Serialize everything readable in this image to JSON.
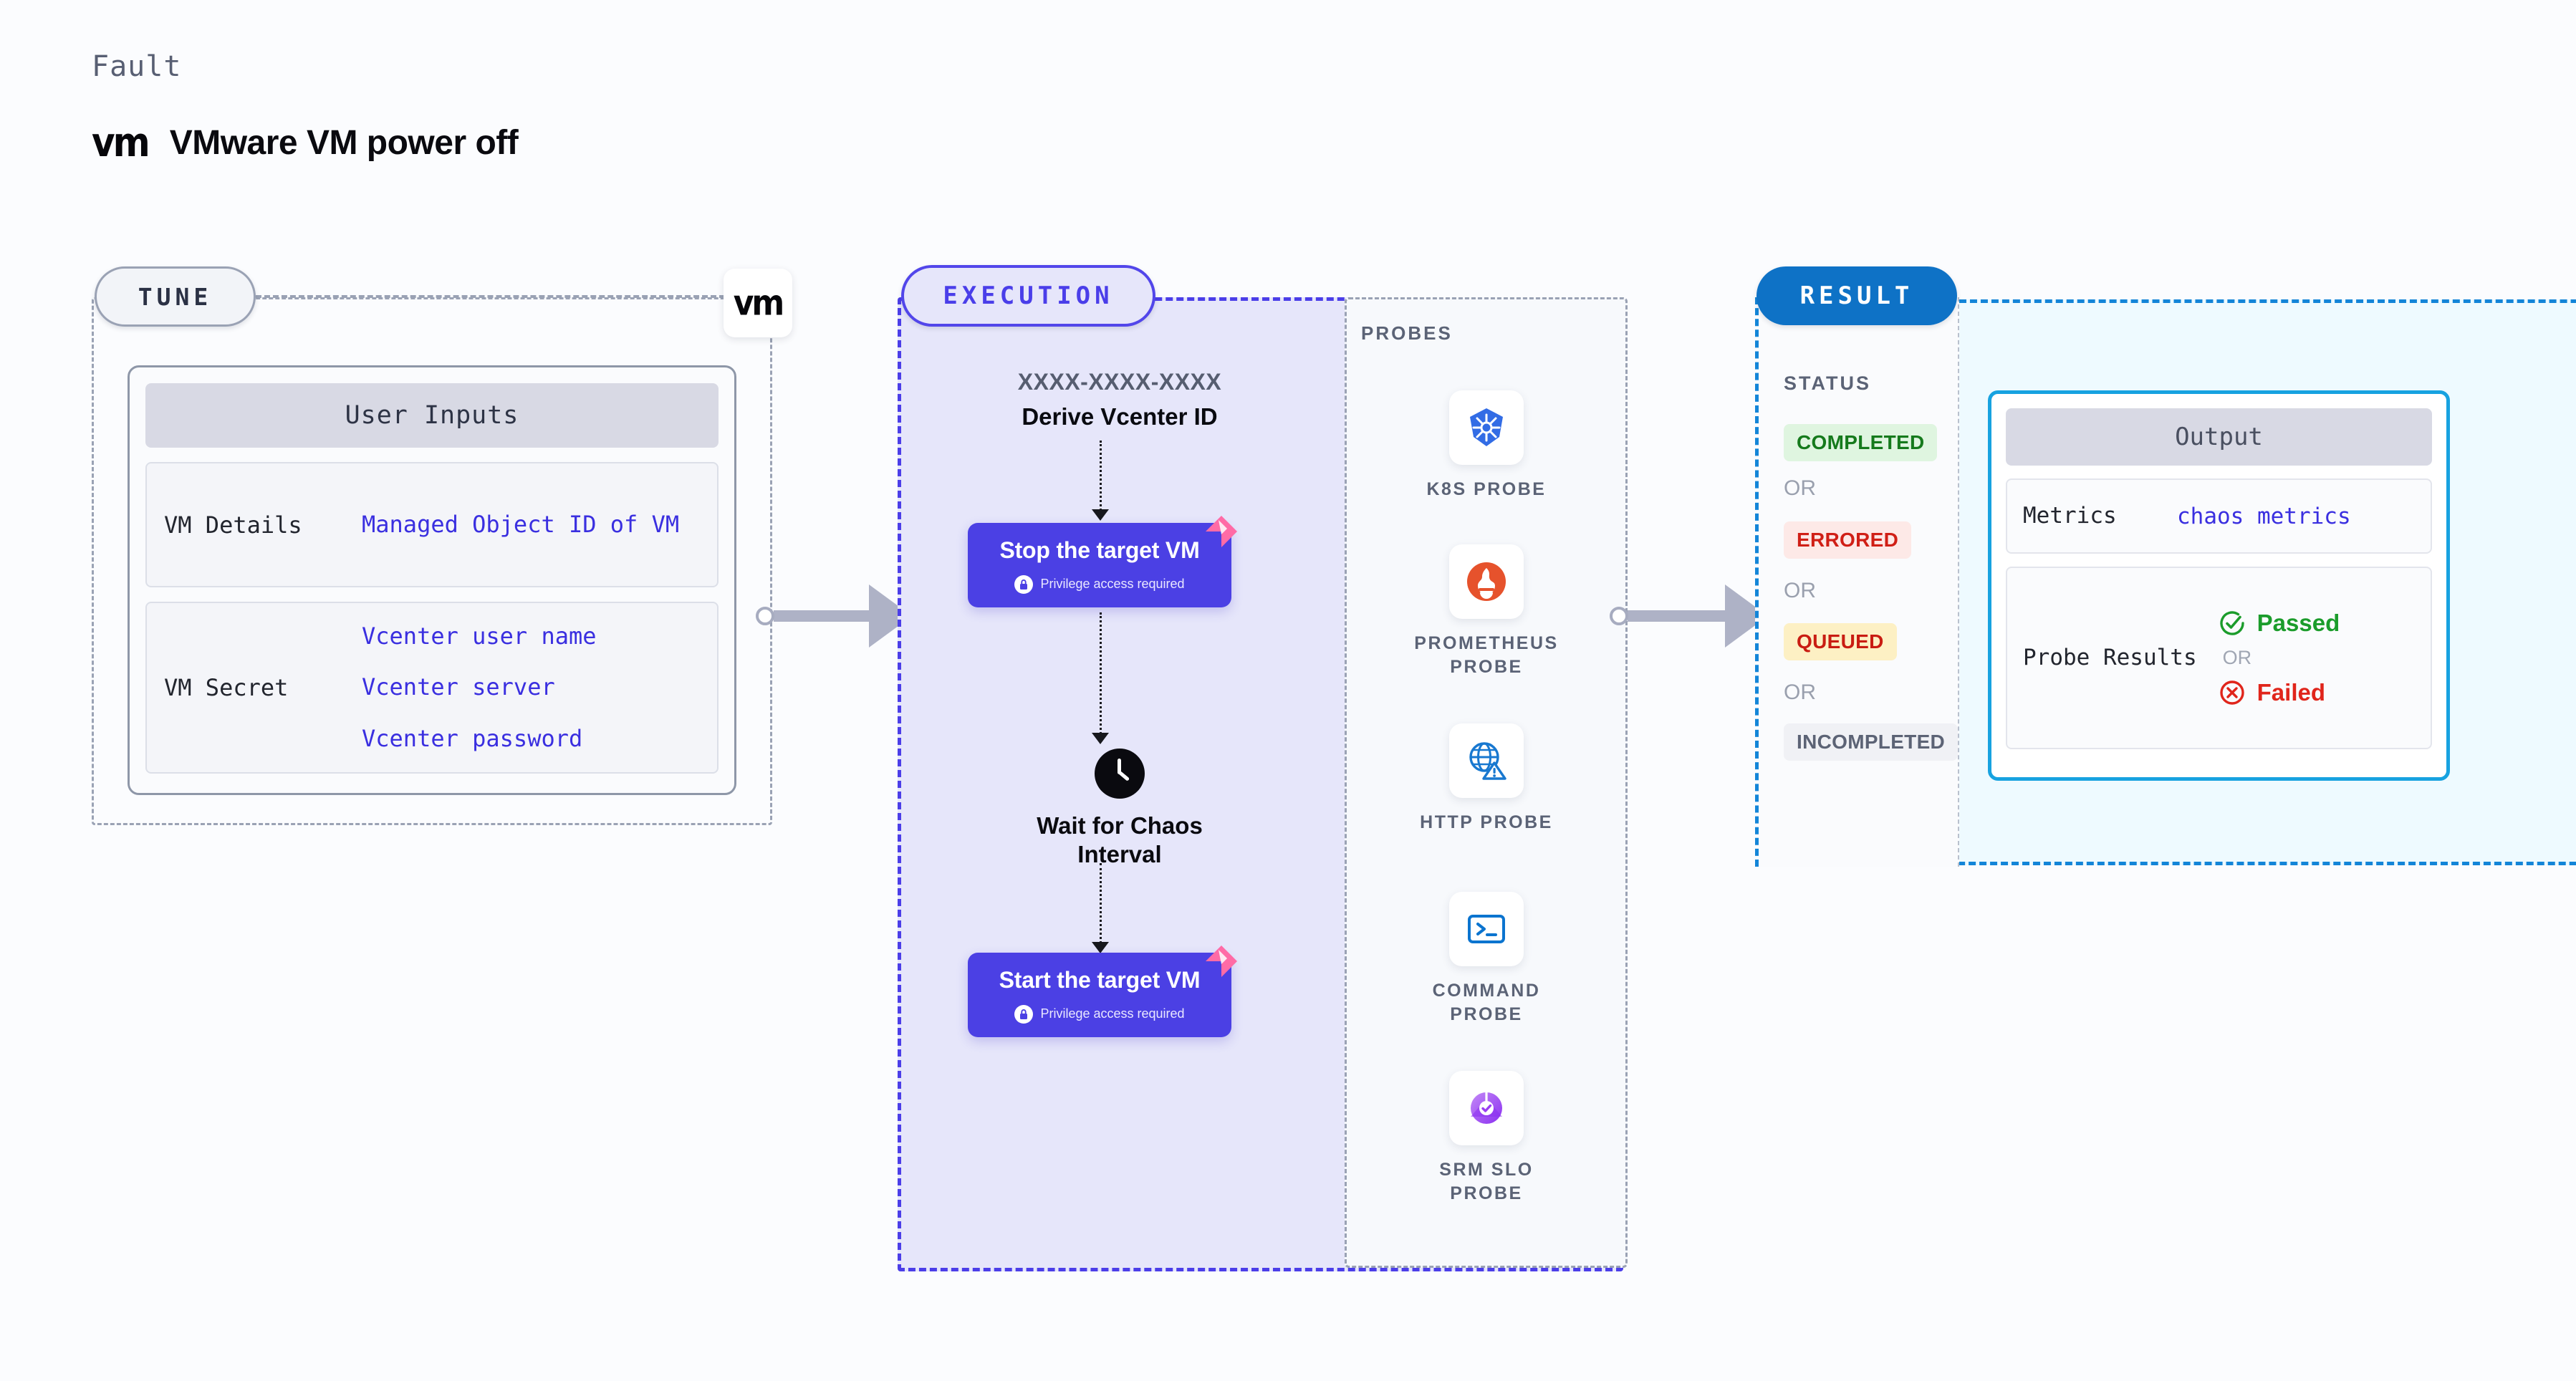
{
  "header": {
    "kicker": "Fault",
    "logo_mark": "vm",
    "title": "VMware VM power off"
  },
  "tune": {
    "pill_label": "TUNE",
    "chip_logo": "vm",
    "card_title": "User Inputs",
    "rows": [
      {
        "label": "VM Details",
        "values": [
          "Managed Object ID of VM"
        ]
      },
      {
        "label": "VM Secret",
        "values": [
          "Vcenter user name",
          "Vcenter server",
          "Vcenter password"
        ]
      }
    ]
  },
  "execution": {
    "pill_label": "EXECUTION",
    "step_id": "XXXX-XXXX-XXXX",
    "step_title": "Derive Vcenter ID",
    "nodes": [
      {
        "title": "Stop the target VM",
        "sub": "Privilege access required"
      },
      {
        "title": "Start the target VM",
        "sub": "Privilege access required"
      }
    ],
    "wait": {
      "label_line1": "Wait for Chaos",
      "label_line2": "Interval"
    }
  },
  "probes": {
    "heading": "PROBES",
    "items": [
      {
        "label": "K8S PROBE",
        "icon": "kubernetes-icon"
      },
      {
        "label": "PROMETHEUS PROBE",
        "icon": "prometheus-icon"
      },
      {
        "label": "HTTP PROBE",
        "icon": "globe-warning-icon"
      },
      {
        "label": "COMMAND PROBE",
        "icon": "terminal-icon"
      },
      {
        "label": "SRM SLO PROBE",
        "icon": "slo-gauge-icon"
      }
    ]
  },
  "result": {
    "pill_label": "RESULT",
    "status_heading": "STATUS",
    "or_label": "OR",
    "statuses": [
      {
        "label": "COMPLETED",
        "color": "#157a1c",
        "bg": "#dff5e0"
      },
      {
        "label": "ERRORED",
        "color": "#d01f16",
        "bg": "#fde9e7"
      },
      {
        "label": "QUEUED",
        "color": "#c91c12",
        "bg": "#fdf0c4"
      },
      {
        "label": "INCOMPLETED",
        "color": "#5c6375",
        "bg": "#f0f1f5"
      }
    ],
    "output": {
      "title": "Output",
      "metrics_label": "Metrics",
      "metrics_value": "chaos metrics",
      "probe_results_label": "Probe Results",
      "passed_label": "Passed",
      "failed_label": "Failed",
      "or_label": "OR"
    }
  },
  "colors": {
    "background": "#fbfcfe",
    "execution_fill": "#e6e6fa",
    "execution_border": "#4b3ee8",
    "node_fill": "#4b40e4",
    "result_pill": "#0e72c6",
    "result_border": "#1385d8",
    "output_fill": "#eefaff",
    "output_border": "#17a2e0",
    "tune_border": "#9aa2b4",
    "value_text": "#3a2fe0",
    "ribbon": "#ff6ba6"
  }
}
